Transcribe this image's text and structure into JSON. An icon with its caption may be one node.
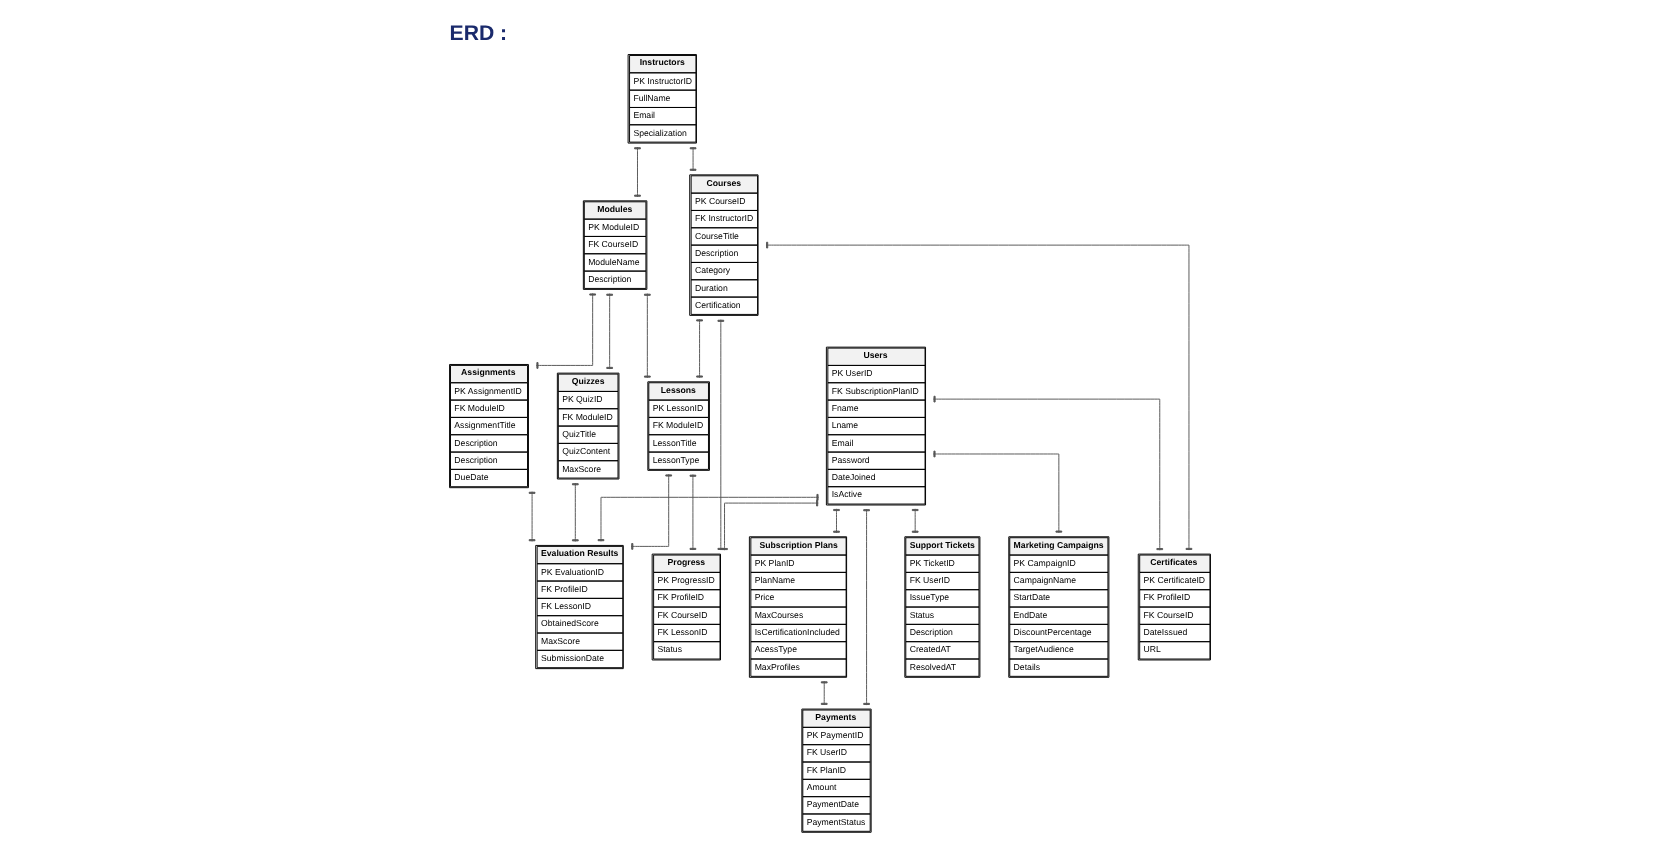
{
  "diagram": {
    "title": "ERD :",
    "nodes": [
      {
        "text": [
          "Assignments",
          "PK AssignmentID",
          "FK ModuleID",
          "AssignmentTitle",
          "Description",
          "Description",
          "DueDate"
        ]
      },
      {
        "text": [
          "Quizzes",
          "PK QuizID",
          "FK ModuleID",
          "QuizTitle",
          "QuizContent",
          "MaxScore"
        ]
      },
      {
        "text": [
          "Marketing Campaigns",
          "PK CampaignID",
          "CampaignName",
          "StartDate",
          "EndDate",
          "DiscountPercentage",
          "TargetAudience",
          "Details"
        ]
      },
      {
        "text": [
          "Users",
          "PK UserID",
          "FK SubscriptionPlanID",
          "Fname",
          "Lname",
          "Email",
          "Password",
          "DateJoined",
          "IsActive"
        ]
      },
      {
        "text": [
          "Certificates",
          "PK CertificateID",
          "FK ProfileID",
          "FK CourseID",
          "DateIssued",
          "URL"
        ]
      },
      {
        "text": [
          "Evaluation Results",
          "PK EvaluationID",
          "FK ProfileID",
          "FK LessonID",
          "ObtainedScore",
          "MaxScore",
          "SubmissionDate"
        ]
      },
      {
        "text": [
          "Instructors",
          "PK InstructorID",
          "FullName",
          "Email",
          "Specialization"
        ]
      },
      {
        "text": [
          "Courses",
          "PK CourseID",
          "FK InstructorID",
          "CourseTitle",
          "Description",
          "Category",
          "Duration",
          "Certification"
        ]
      },
      {
        "text": [
          "Payments",
          "PK PaymentID",
          "FK UserID",
          "FK PlanID",
          "Amount",
          "PaymentDate",
          "PaymentStatus"
        ]
      },
      {
        "text": [
          "Progress",
          "PK ProgressID",
          "FK ProfileID",
          "FK CourseID",
          "FK LessonID",
          "Status"
        ]
      },
      {
        "text": [
          "Modules",
          "PK ModuleID",
          "FK CourseID",
          "ModuleName",
          "Description"
        ]
      },
      {
        "text": [
          "Support Tickets",
          "PK TicketID",
          "FK UserID",
          "IssueType",
          "Status",
          "Description",
          "CreatedAT",
          "ResolvedAT"
        ]
      },
      {
        "text": [
          "Subscription Plans",
          "PK PlanID",
          "PlanName",
          "Price",
          "MaxCourses",
          "IsCertificationIncluded",
          "AcessType",
          "MaxProfiles"
        ]
      },
      {
        "text": [
          "Lessons",
          "PK LessonID",
          "FK ModuleID",
          "LessonTitle",
          "LessonType"
        ]
      }
    ],
    "edges": [
      {
        "from": 10,
        "to": 0,
        "arrow": "other"
      },
      {
        "from": 10,
        "to": 1,
        "arrow": "other"
      },
      {
        "from": 1,
        "to": 5,
        "arrow": "other"
      },
      {
        "from": 0,
        "to": 5,
        "arrow": "other"
      },
      {
        "from": 3,
        "to": 4,
        "arrow": "other"
      },
      {
        "from": 7,
        "to": 4,
        "arrow": "other"
      },
      {
        "from": 3,
        "to": 2,
        "arrow": "other"
      },
      {
        "from": 3,
        "to": 5,
        "arrow": "other"
      },
      {
        "from": 3,
        "to": 8,
        "arrow": "other"
      },
      {
        "from": 3,
        "to": 12,
        "arrow": "other"
      },
      {
        "from": 3,
        "to": 9,
        "arrow": "other"
      },
      {
        "from": 3,
        "to": 11,
        "arrow": "other"
      },
      {
        "from": 7,
        "to": 9,
        "arrow": "other"
      },
      {
        "from": 6,
        "to": 7,
        "arrow": "other"
      },
      {
        "from": 6,
        "to": 10,
        "arrow": "other"
      },
      {
        "from": 7,
        "to": 13,
        "arrow": "other"
      },
      {
        "from": 10,
        "to": 13,
        "arrow": "other"
      },
      {
        "from": 12,
        "to": 8,
        "arrow": "other"
      },
      {
        "from": 13,
        "to": 9,
        "arrow": "other"
      },
      {
        "from": 13,
        "to": 5,
        "arrow": "other"
      }
    ]
  }
}
